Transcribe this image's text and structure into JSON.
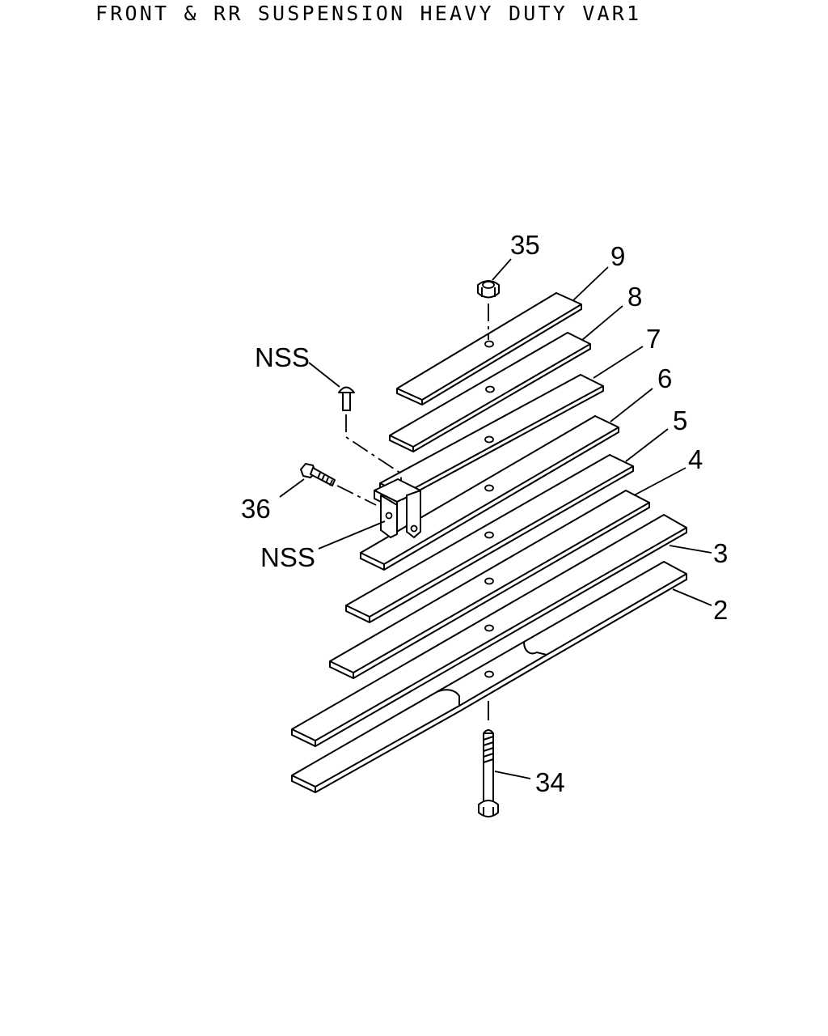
{
  "title": "FRONT & RR SUSPENSION HEAVY DUTY VAR1",
  "callouts": {
    "part_35": "35",
    "part_9": "9",
    "part_8": "8",
    "part_7": "7",
    "part_6": "6",
    "part_5": "5",
    "part_4": "4",
    "part_3": "3",
    "part_2": "2",
    "part_34": "34",
    "part_36": "36",
    "nss_rivet": "NSS",
    "nss_clip": "NSS"
  },
  "colors": {
    "line": "#000000",
    "background": "#ffffff"
  }
}
